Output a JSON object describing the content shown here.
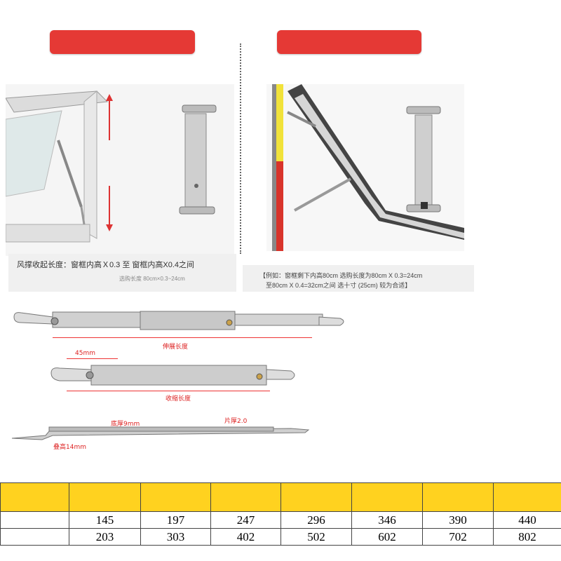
{
  "captions": {
    "left_main": "风撑收起长度：窗框内高Ｘ0.3 至 窗框内高X0.4之间",
    "left_sub": "选购长度 80cm×0.3~24cm",
    "right_line1": "【例如：窗框剩下内高80cm 选购长度为80cm X 0.3=24cm",
    "right_line2": "至80cm X 0.4=32cm之间 选十寸 (25cm) 较为合适】"
  },
  "dimensions": {
    "extended_length": "伸展长度",
    "offset": "45mm",
    "folded_length": "收缩长度",
    "base_thickness": "底厚9mm",
    "plate_thickness": "片厚2.0",
    "stack_height": "叠高14mm"
  },
  "table": {
    "header": [
      "",
      "",
      "",
      "",
      "",
      "",
      "",
      ""
    ],
    "row1": [
      "",
      "145",
      "197",
      "247",
      "296",
      "346",
      "390",
      "440"
    ],
    "row2": [
      "",
      "203",
      "303",
      "402",
      "502",
      "602",
      "702",
      "802"
    ]
  },
  "colors": {
    "banner_red": "#e53935",
    "table_header_yellow": "#ffd21f",
    "dimension_red": "#dd2222"
  },
  "icons": [
    "window-hinge-image",
    "window-stay-image",
    "hinge-extended-image",
    "hinge-folded-image",
    "hinge-side-image"
  ]
}
